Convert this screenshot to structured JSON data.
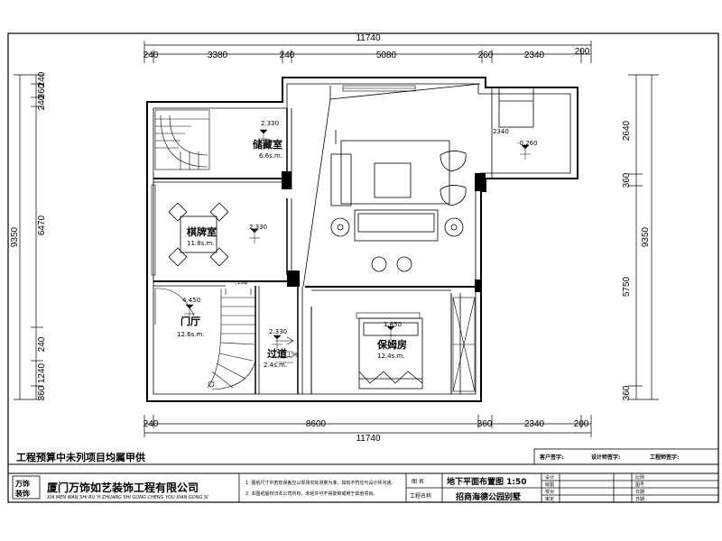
{
  "dimensions": {
    "top": {
      "total": "11740",
      "segments": [
        "240",
        "3380",
        "240",
        "5080",
        "260",
        "2340",
        "200"
      ]
    },
    "bottom": {
      "total": "11740",
      "segments": [
        "240",
        "8600",
        "360",
        "2340",
        "200"
      ]
    },
    "left": {
      "total": "9350",
      "segments": [
        "240",
        "360",
        "240",
        "6470",
        "240",
        "1240",
        "360"
      ]
    },
    "right": {
      "total": "9350",
      "segments": [
        "2640",
        "360",
        "5750",
        "360"
      ]
    }
  },
  "rooms": [
    {
      "name": "储藏室",
      "area": "6.6s.m.",
      "level": "2.330"
    },
    {
      "name": "棋牌室",
      "area": "11.8s.m.",
      "level": "2.330"
    },
    {
      "name": "门厅",
      "area": "12.6s.m.",
      "level": "4.450"
    },
    {
      "name": "过道",
      "area": "2.4s.m.",
      "level": "2.330"
    },
    {
      "name": "保姆房",
      "area": "12.4s.m.",
      "level": "1.850"
    }
  ],
  "annotations": {
    "terrace_level": "-0.260",
    "terrace_dim": "2340",
    "stair_down_1": "下13级",
    "stair_up": "上3级"
  },
  "footer": {
    "note": "工程预算中未列项目均属甲供",
    "sign_client": "客户签字:",
    "sign_designer": "设计师签字:",
    "sign_engineer": "工程师签字:"
  },
  "title_block": {
    "logo_text": "万饰",
    "logo_sub": "装饰",
    "company": "厦门万饰如艺装饰工程有限公司",
    "company_pinyin": "XIA MEN WAN SHI RU YI ZHUANG SHI GONG CHENG YOU XIAN GONG SI",
    "notes": [
      "1. 图纸尺寸中若有误差应以现场实际测量为准，如有不符应与设计师沟通。",
      "2. 本图纸版权归本公司所有，未经许可不得复制或用于其他项目。"
    ],
    "label_drawing": "图 名",
    "label_project": "工程名称",
    "drawing_name": "地下平面布置图 1:50",
    "project_name": "招商海德公园别墅",
    "grid_labels": [
      "设计",
      "绘图",
      "校对",
      "审定"
    ],
    "grid_labels2": [
      "比例",
      "图号",
      "日期",
      "日期"
    ]
  }
}
